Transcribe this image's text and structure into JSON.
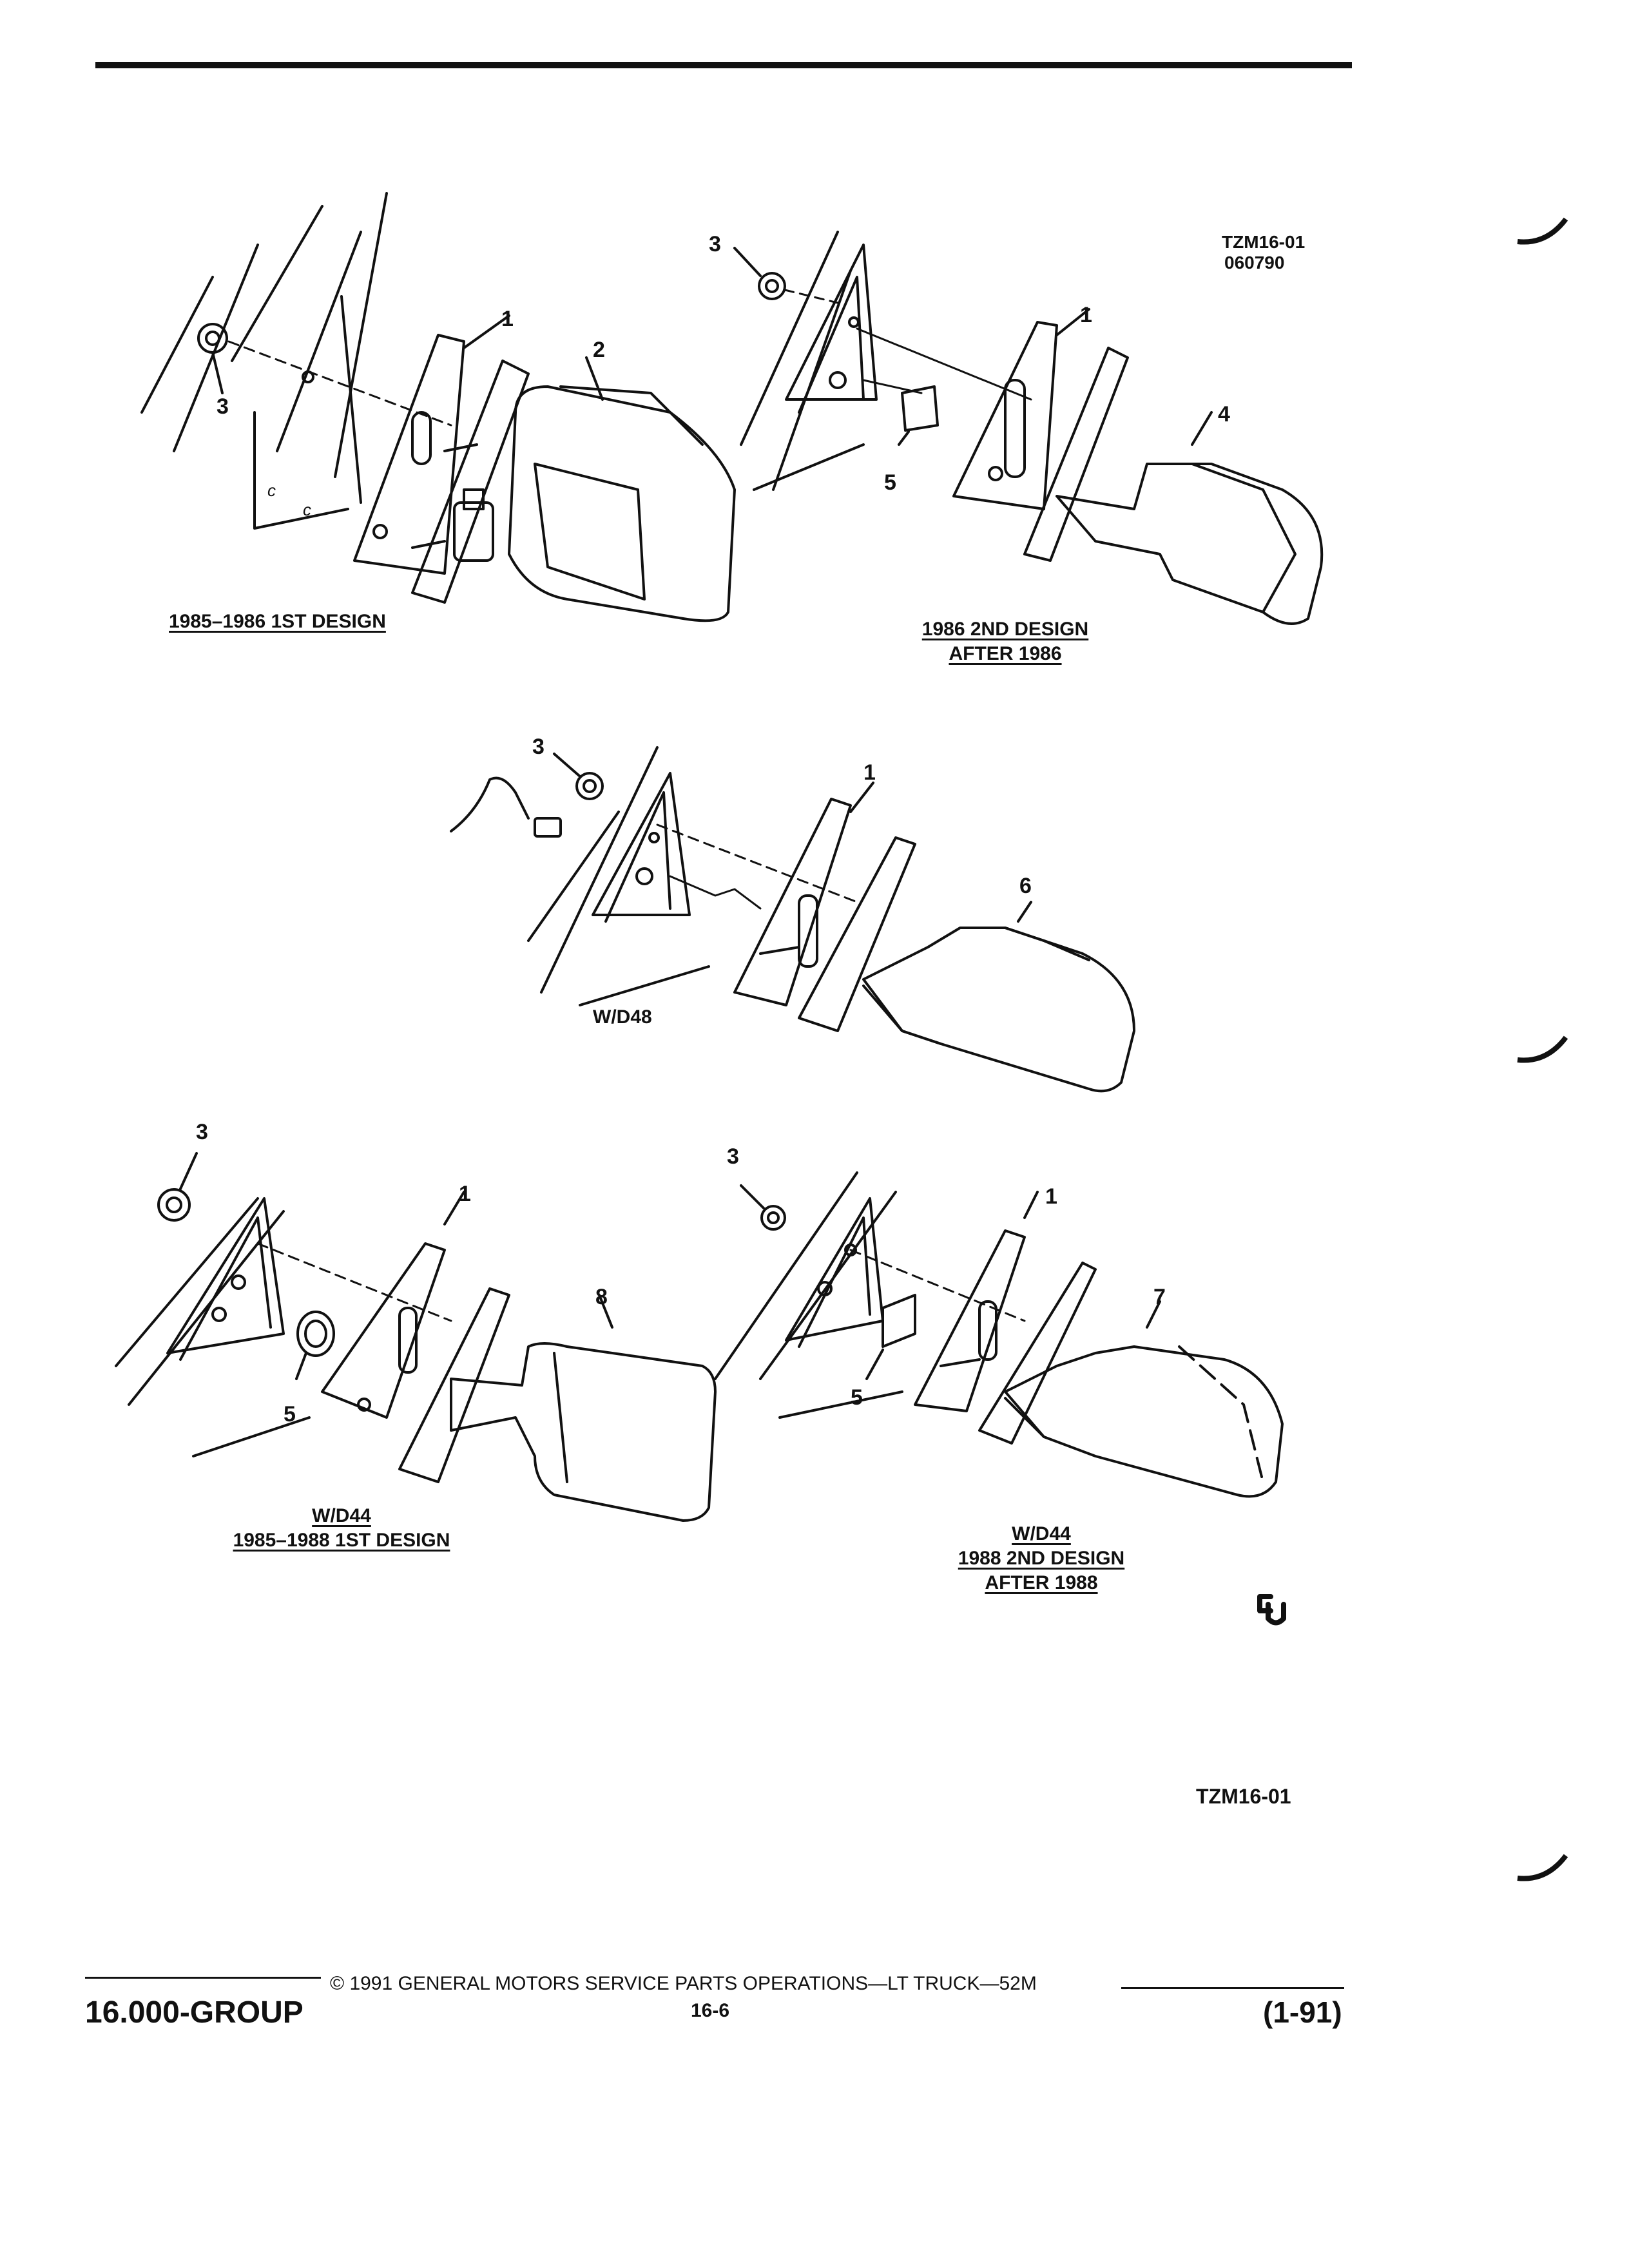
{
  "header": {
    "drawing_id": "TZM16-01",
    "drawing_date": "060790"
  },
  "views": {
    "v1": {
      "caption": [
        "1985–1986 1ST DESIGN"
      ]
    },
    "v2": {
      "caption": [
        "1986 2ND DESIGN",
        "AFTER 1986"
      ]
    },
    "v3": {
      "caption": [
        "W/D48"
      ]
    },
    "v4": {
      "caption": [
        "W/D44",
        "1985–1988 1ST DESIGN"
      ]
    },
    "v5": {
      "caption": [
        "W/D44",
        "1988 2ND DESIGN",
        "AFTER 1988"
      ]
    }
  },
  "callouts": [
    "1",
    "2",
    "3",
    "4",
    "5",
    "6",
    "7",
    "8"
  ],
  "drawing_ref": "TZM16-01",
  "logo_mark": "GM service parts logo",
  "footer": {
    "group": "16.000-GROUP",
    "copyright": "© 1991 GENERAL MOTORS SERVICE PARTS OPERATIONS—LT TRUCK—52M",
    "page": "16-6",
    "date_code": "(1-91)"
  }
}
